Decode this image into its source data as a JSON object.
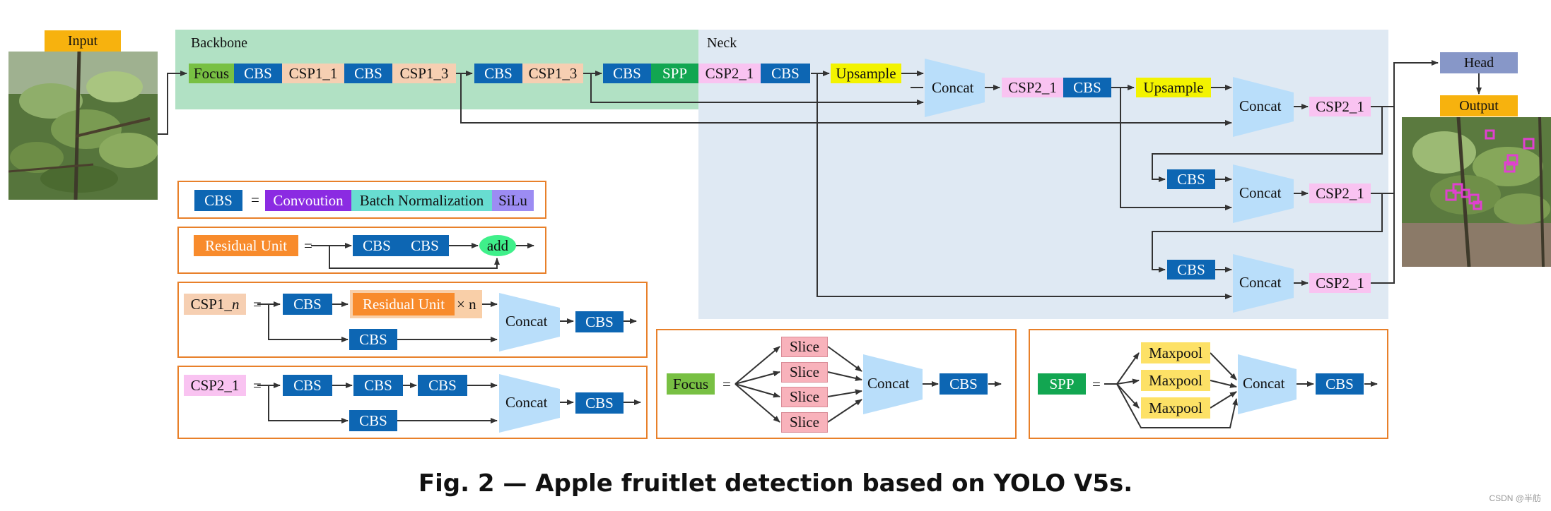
{
  "labels": {
    "input": "Input",
    "backbone": "Backbone",
    "neck": "Neck",
    "head": "Head",
    "output": "Output"
  },
  "blocks": {
    "focus": "Focus",
    "cbs": "CBS",
    "csp1_1": "CSP1_1",
    "csp1_3": "CSP1_3",
    "spp": "SPP",
    "csp2_1": "CSP2_1",
    "upsample": "Upsample",
    "concat": "Concat",
    "convolution": "Convoution",
    "batch_norm": "Batch Normalization",
    "silu": "SiLu",
    "residual_unit": "Residual Unit",
    "add": "add",
    "csp1_n": "CSP1_",
    "csp1_n_italic": "n",
    "times_n": "× n",
    "slice": "Slice",
    "maxpool": "Maxpool",
    "equals": "="
  },
  "caption": "Fig. 2 — Apple fruitlet detection based on YOLO V5s.",
  "watermark": "CSDN @半舫",
  "colors": {
    "cbs": "#0d66b3",
    "backbone_bg": "#b1e1c4",
    "neck_bg": "#dfe9f3",
    "concat": "#b9defa",
    "frame": "#e8802a",
    "detection_box": "#e040d0"
  }
}
